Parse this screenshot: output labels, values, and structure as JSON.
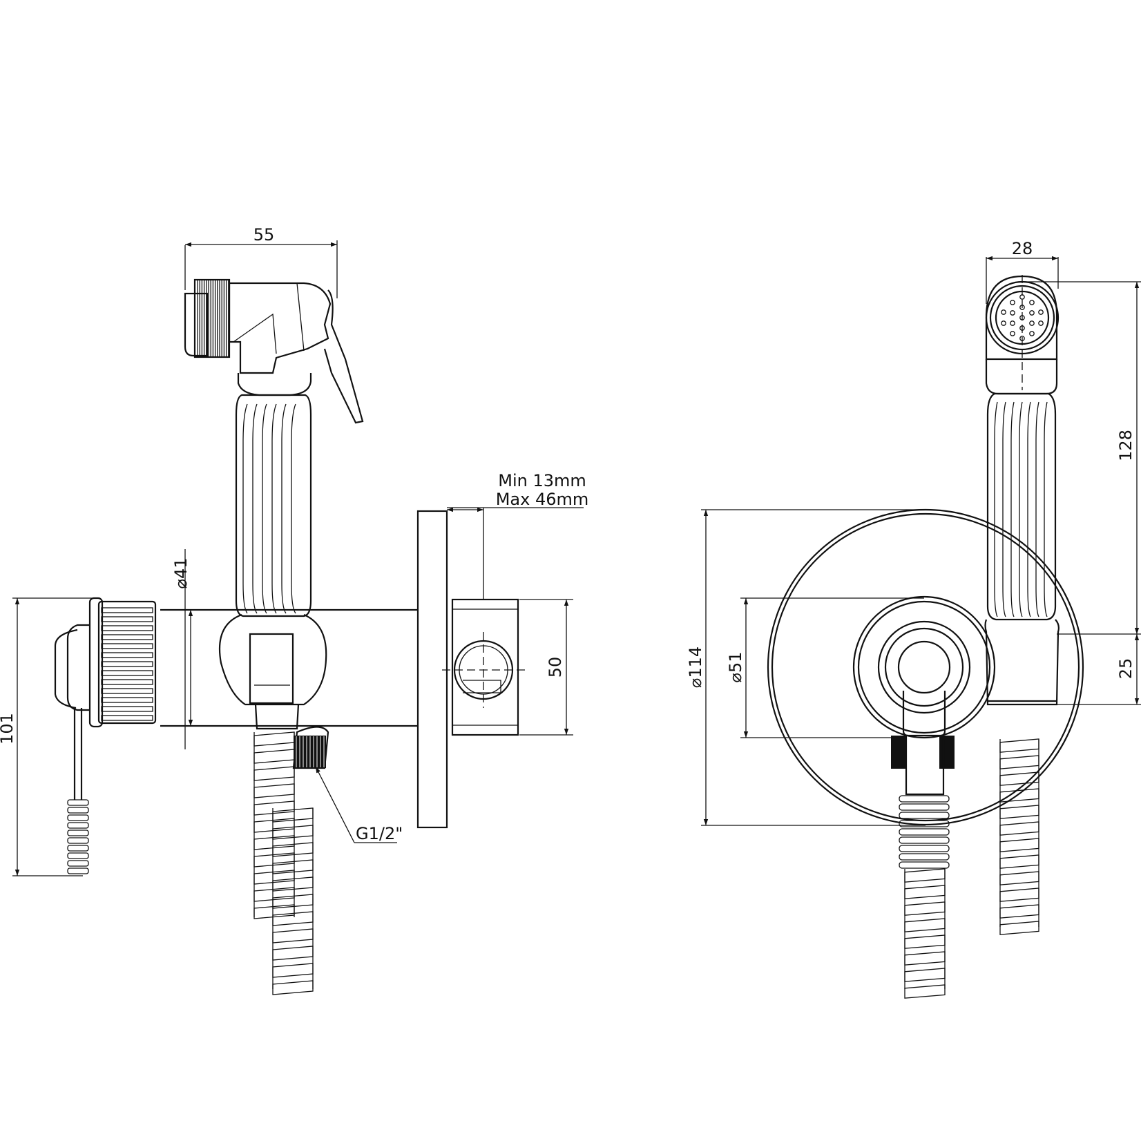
{
  "side_view": {
    "dimensions": {
      "width_handset": "55",
      "pipe_diameter": "41",
      "flange_diameter": "101",
      "bracket_height": "50",
      "wall_min": "Min 13mm",
      "wall_max": "Max 46mm",
      "thread": "G1/2\""
    },
    "diameter_symbol": "⌀"
  },
  "front_view": {
    "dimensions": {
      "head_width": "28",
      "handset_length": "128",
      "holder_height": "25",
      "rosette_diameter": "114",
      "escutcheon_diameter": "51"
    },
    "diameter_symbol": "⌀"
  }
}
